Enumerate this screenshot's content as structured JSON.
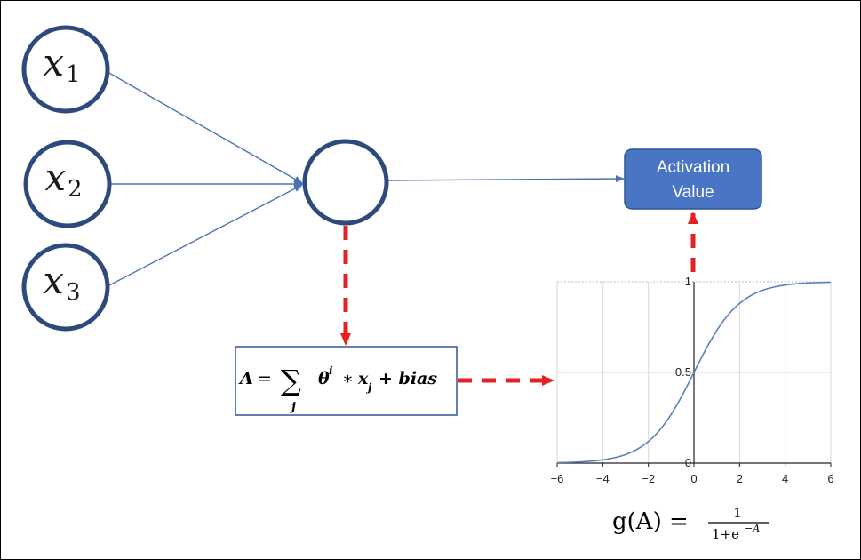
{
  "nodes": {
    "input_1": {
      "var": "x",
      "sub": "1"
    },
    "input_2": {
      "var": "x",
      "sub": "2"
    },
    "input_3": {
      "var": "x",
      "sub": "3"
    }
  },
  "output": {
    "line1": "Activation",
    "line2": "Value"
  },
  "sum_formula": {
    "lhs": "A",
    "equals": "=",
    "sigma": "∑",
    "sigma_index": "j",
    "theta": "θ",
    "theta_sup": "i",
    "times": "∗",
    "x": "x",
    "x_sub": "j",
    "plus_bias": "+ bias"
  },
  "sigmoid_formula": {
    "lhs": "g(A) =",
    "numerator": "1",
    "denominator_base": "1+e",
    "denominator_exp": "−A"
  },
  "colors": {
    "node_stroke": "#2e4a7d",
    "line": "#4a72b4",
    "output_fill": "#4a74c4",
    "dash": "#e32222",
    "curve": "#5a7fc0",
    "formula_border": "#2f5597"
  },
  "chart_data": {
    "type": "line",
    "title": "",
    "xlabel": "",
    "ylabel": "",
    "xlim": [
      -6,
      6
    ],
    "ylim": [
      0,
      1
    ],
    "x_ticks": [
      "−6",
      "−4",
      "−2",
      "0",
      "2",
      "4",
      "6"
    ],
    "y_ticks": [
      "0",
      "0.5",
      "1"
    ],
    "grid": true,
    "series": [
      {
        "x": [
          -6,
          -5,
          -4,
          -3,
          -2,
          -1.5,
          -1,
          -0.5,
          0,
          0.5,
          1,
          1.5,
          2,
          3,
          4,
          5,
          6
        ],
        "y": [
          0.0025,
          0.0067,
          0.018,
          0.047,
          0.119,
          0.182,
          0.269,
          0.378,
          0.5,
          0.622,
          0.731,
          0.818,
          0.881,
          0.953,
          0.982,
          0.993,
          0.9975
        ]
      }
    ]
  }
}
